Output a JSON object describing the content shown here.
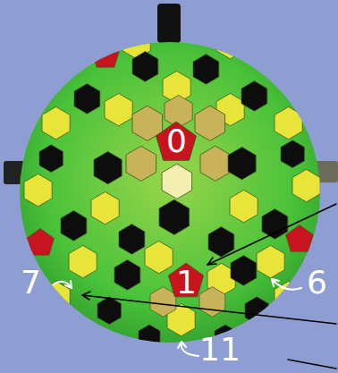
{
  "diagram": {
    "labels": [
      "0",
      "1",
      "7",
      "6",
      "11"
    ]
  }
}
